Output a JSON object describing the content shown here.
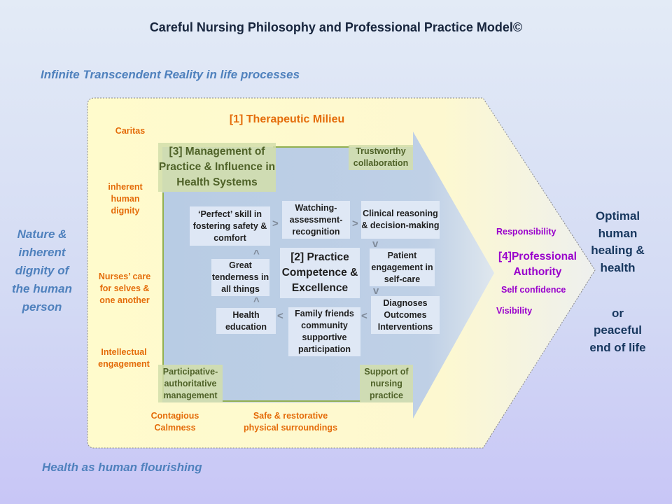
{
  "title": "Careful Nursing Philosophy and Professional Practice Model©",
  "outer": {
    "top": "Infinite Transcendent  Reality in life processes",
    "left": "Nature & inherent dignity of the human person",
    "bottom": "Health as human flourishing",
    "right_1": "Optimal human healing & health",
    "right_or": "or",
    "right_2": "peaceful end of life"
  },
  "milieu": {
    "title": "[1] Therapeutic Milieu",
    "items": [
      "Caritas",
      "inherent human dignity",
      "Nurses’ care for selves & one another",
      "Intellectual engagement",
      "Contagious Calmness",
      "Safe & restorative physical surroundings"
    ]
  },
  "management": {
    "title": "[3] Management of Practice & Influence in Health Systems",
    "items": [
      "Trustworthy collaboration",
      "Participative-authoritative management",
      "Support of nursing practice"
    ]
  },
  "practice": {
    "title": "[2] Practice Competence & Excellence",
    "steps": [
      "‘Perfect’ skill in fostering safety & comfort",
      "Watching-assessment-recognition",
      "Clinical reasoning & decision-making",
      "Patient engagement in self-care",
      "Diagnoses Outcomes Interventions",
      "Family friends community supportive participation",
      "Health education",
      "Great tenderness in all things"
    ]
  },
  "authority": {
    "title": "[4]Professional Authority",
    "items": [
      "Responsibility",
      "Self confidence",
      "Visibility"
    ]
  },
  "colors": {
    "orange": "#e46c0a",
    "blue": "#4f81bd",
    "purple": "#9900cc",
    "green": "#4f6228"
  }
}
